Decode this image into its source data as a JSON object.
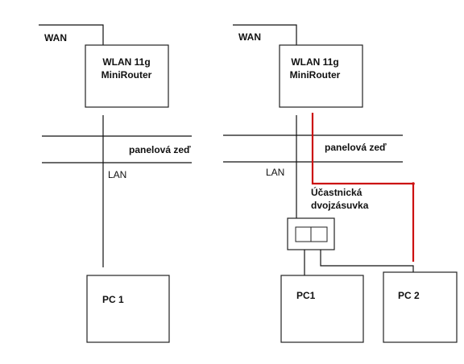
{
  "colors": {
    "line": "#111111",
    "box_border": "#222222",
    "red_cable": "#cc1111",
    "background": "#ffffff"
  },
  "left": {
    "wan": "WAN",
    "router_line1": "WLAN 11g",
    "router_line2": "MiniRouter",
    "wall": "panelová zeď",
    "lan": "LAN",
    "pc": "PC 1"
  },
  "right": {
    "wan": "WAN",
    "router_line1": "WLAN 11g",
    "router_line2": "MiniRouter",
    "wall": "panelová zeď",
    "lan": "LAN",
    "socket_line1": "Účastnická",
    "socket_line2": "dvojzásuvka",
    "pc1": "PC1",
    "pc2": "PC 2"
  }
}
